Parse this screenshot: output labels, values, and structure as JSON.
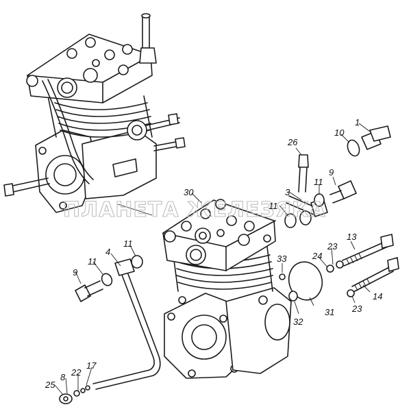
{
  "watermark": "ПЛАНЕТА ЖЕЛЕЗЯКА",
  "callouts": [
    "1",
    "10",
    "26",
    "9",
    "11",
    "3",
    "11",
    "30",
    "11",
    "4",
    "9",
    "11",
    "33",
    "23",
    "13",
    "24",
    "31",
    "23",
    "14",
    "32",
    "25",
    "8",
    "22",
    "17"
  ],
  "colors": {
    "line": "#1a1a1a",
    "background": "#ffffff",
    "watermark": "#bdbdbd"
  }
}
